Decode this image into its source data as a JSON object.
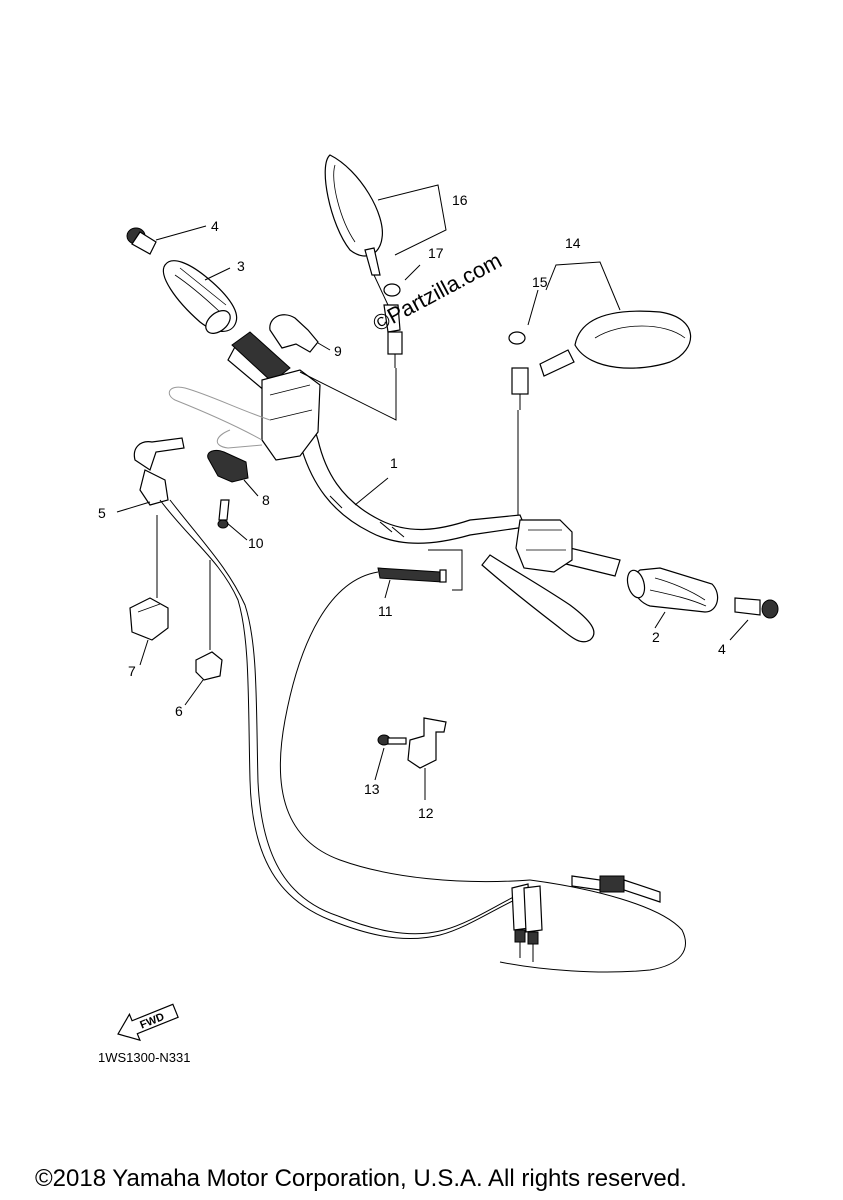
{
  "diagram": {
    "watermark": "©Partzilla.com",
    "reference_code": "1WS1300-N331",
    "direction_label": "FWD",
    "copyright": "©2018 Yamaha Motor Corporation, U.S.A. All rights reserved.",
    "callouts": {
      "c1": "1",
      "c2": "2",
      "c3": "3",
      "c4a": "4",
      "c4b": "4",
      "c5": "5",
      "c6": "6",
      "c7": "7",
      "c8": "8",
      "c9": "9",
      "c10": "10",
      "c11": "11",
      "c12": "12",
      "c13": "13",
      "c14": "14",
      "c15": "15",
      "c16": "16",
      "c17": "17"
    }
  }
}
